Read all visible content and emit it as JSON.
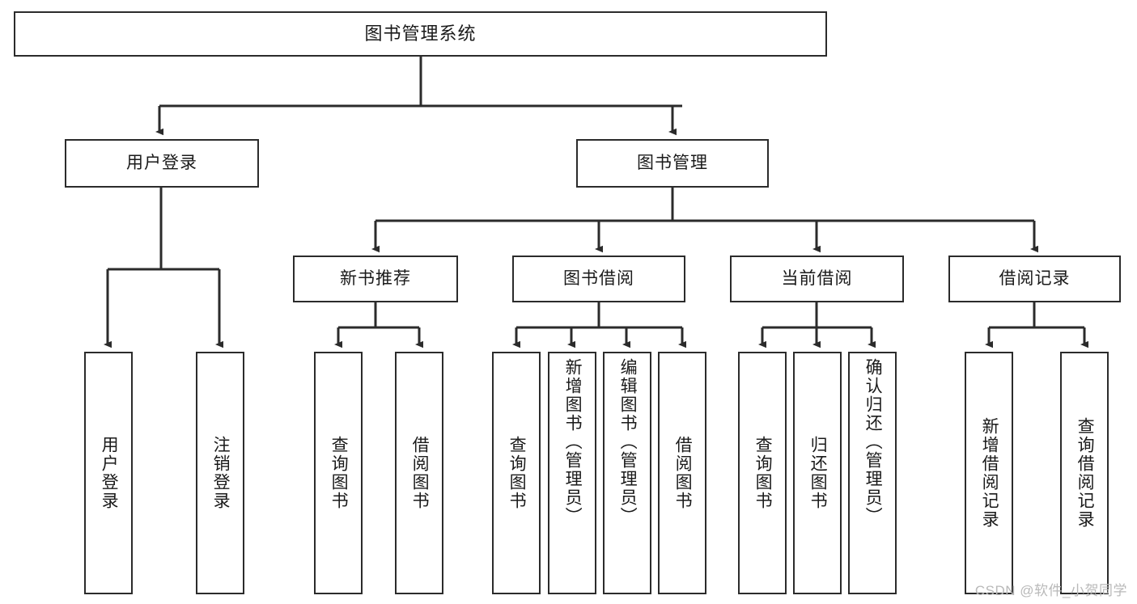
{
  "diagram": {
    "title": "图书管理系统",
    "type": "hierarchy-tree",
    "root": {
      "id": "root",
      "label": "图书管理系统"
    },
    "level2": [
      {
        "id": "user-login",
        "label": "用户登录"
      },
      {
        "id": "book-manage",
        "label": "图书管理"
      }
    ],
    "level3": [
      {
        "id": "new-book-recommend",
        "label": "新书推荐",
        "parent": "book-manage"
      },
      {
        "id": "book-borrow",
        "label": "图书借阅",
        "parent": "book-manage"
      },
      {
        "id": "current-borrow",
        "label": "当前借阅",
        "parent": "book-manage"
      },
      {
        "id": "borrow-record",
        "label": "借阅记录",
        "parent": "book-manage"
      }
    ],
    "leaves": {
      "user_login": [
        {
          "id": "leaf-user-login",
          "label": "用户登录"
        },
        {
          "id": "leaf-logout",
          "label": "注销登录"
        }
      ],
      "new_book_recommend": [
        {
          "id": "leaf-query-book-1",
          "label": "查询图书"
        },
        {
          "id": "leaf-borrow-book-1",
          "label": "借阅图书"
        }
      ],
      "book_borrow": [
        {
          "id": "leaf-query-book-2",
          "label": "查询图书"
        },
        {
          "id": "leaf-add-book",
          "label": "新增图书（管理员）"
        },
        {
          "id": "leaf-edit-book",
          "label": "编辑图书（管理员）"
        },
        {
          "id": "leaf-borrow-book-2",
          "label": "借阅图书"
        }
      ],
      "current_borrow": [
        {
          "id": "leaf-query-book-3",
          "label": "查询图书"
        },
        {
          "id": "leaf-return-book",
          "label": "归还图书"
        },
        {
          "id": "leaf-confirm-return",
          "label": "确认归还（管理员）"
        }
      ],
      "borrow_record": [
        {
          "id": "leaf-add-record",
          "label": "新增借阅记录"
        },
        {
          "id": "leaf-query-record",
          "label": "查询借阅记录"
        }
      ]
    }
  },
  "watermark": {
    "text": "CSDN @软件_小贺同学"
  },
  "colors": {
    "stroke": "#2b2b2b",
    "background": "#ffffff",
    "text": "#1a1a1a",
    "watermark": "#b9b9b9"
  }
}
